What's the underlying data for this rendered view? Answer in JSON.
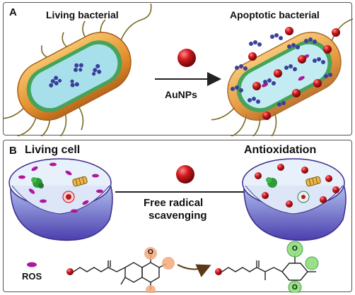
{
  "panel_a": {
    "tag": "A",
    "left_title": "Living bacterial",
    "right_title": "Apoptotic bacterial",
    "arrow_label": "AuNPs"
  },
  "panel_b": {
    "tag": "B",
    "left_title": "Living cell",
    "right_title": "Antioxidation",
    "arrow_label_line1": "Free radical",
    "arrow_label_line2": "scavenging",
    "legend_label": "ROS",
    "o_left": "O",
    "o_right_top": "O",
    "o_right_bottom": "O"
  },
  "colors": {
    "bacteria_shell": "#e89a3c",
    "bacteria_inner": "#9fdbe8",
    "gold_np": "#c0161b",
    "dna_blue": "#3a3f9a",
    "ros_magenta": "#b0169c",
    "cell_membrane": "#6a5fc8",
    "highlight_orange": "#f2a97a",
    "highlight_green": "#8ede7c"
  }
}
